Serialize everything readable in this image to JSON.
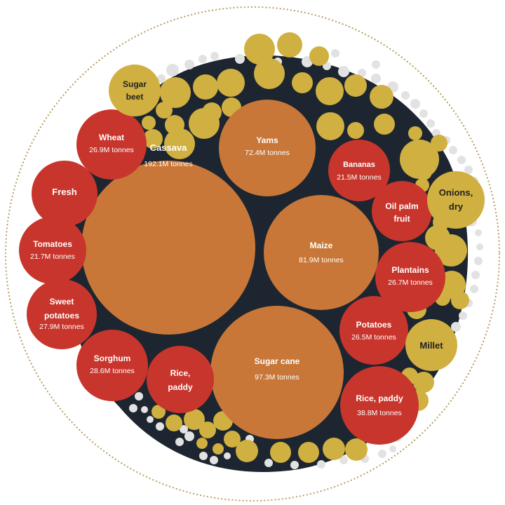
{
  "chart_data": {
    "type": "bubble-pack",
    "unit": "tonnes",
    "colors": {
      "large": "#c87738",
      "medium": "#c8352c",
      "small": "#d0b040",
      "tiny": "#e2e2e2",
      "background": "#1d2630",
      "outline": "#b8a060"
    },
    "bubbles": [
      {
        "name": "Cassava",
        "value_label": "192.1M tonnes",
        "value": 192.1,
        "category": "large"
      },
      {
        "name": "Sugar cane",
        "value_label": "97.3M tonnes",
        "value": 97.3,
        "category": "large"
      },
      {
        "name": "Maize",
        "value_label": "81.9M tonnes",
        "value": 81.9,
        "category": "large"
      },
      {
        "name": "Yams",
        "value_label": "72.4M tonnes",
        "value": 72.4,
        "category": "large"
      },
      {
        "name": "Rice, paddy",
        "value_label": "38.8M tonnes",
        "value": 38.8,
        "category": "medium"
      },
      {
        "name": "Sorghum",
        "value_label": "28.6M tonnes",
        "value": 28.6,
        "category": "medium"
      },
      {
        "name": "Sweet potatoes",
        "value_label": "27.9M tonnes",
        "value": 27.9,
        "category": "medium"
      },
      {
        "name": "Wheat",
        "value_label": "26.9M tonnes",
        "value": 26.9,
        "category": "medium"
      },
      {
        "name": "Plantains",
        "value_label": "26.7M tonnes",
        "value": 26.7,
        "category": "medium"
      },
      {
        "name": "Potatoes",
        "value_label": "26.5M tonnes",
        "value": 26.5,
        "category": "medium"
      },
      {
        "name": "Tomatoes",
        "value_label": "21.7M tonnes",
        "value": 21.7,
        "category": "medium"
      },
      {
        "name": "Bananas",
        "value_label": "21.5M tonnes",
        "value": 21.5,
        "category": "medium"
      },
      {
        "name": "Fresh",
        "value_label": "",
        "category": "medium"
      },
      {
        "name": "Oil palm fruit",
        "value_label": "",
        "category": "medium"
      },
      {
        "name": "Rice, paddy",
        "value_label": "",
        "category": "medium"
      },
      {
        "name": "Sugar beet",
        "value_label": "",
        "category": "small"
      },
      {
        "name": "Onions, dry",
        "value_label": "",
        "category": "small"
      },
      {
        "name": "Millet",
        "value_label": "",
        "category": "small"
      }
    ]
  }
}
